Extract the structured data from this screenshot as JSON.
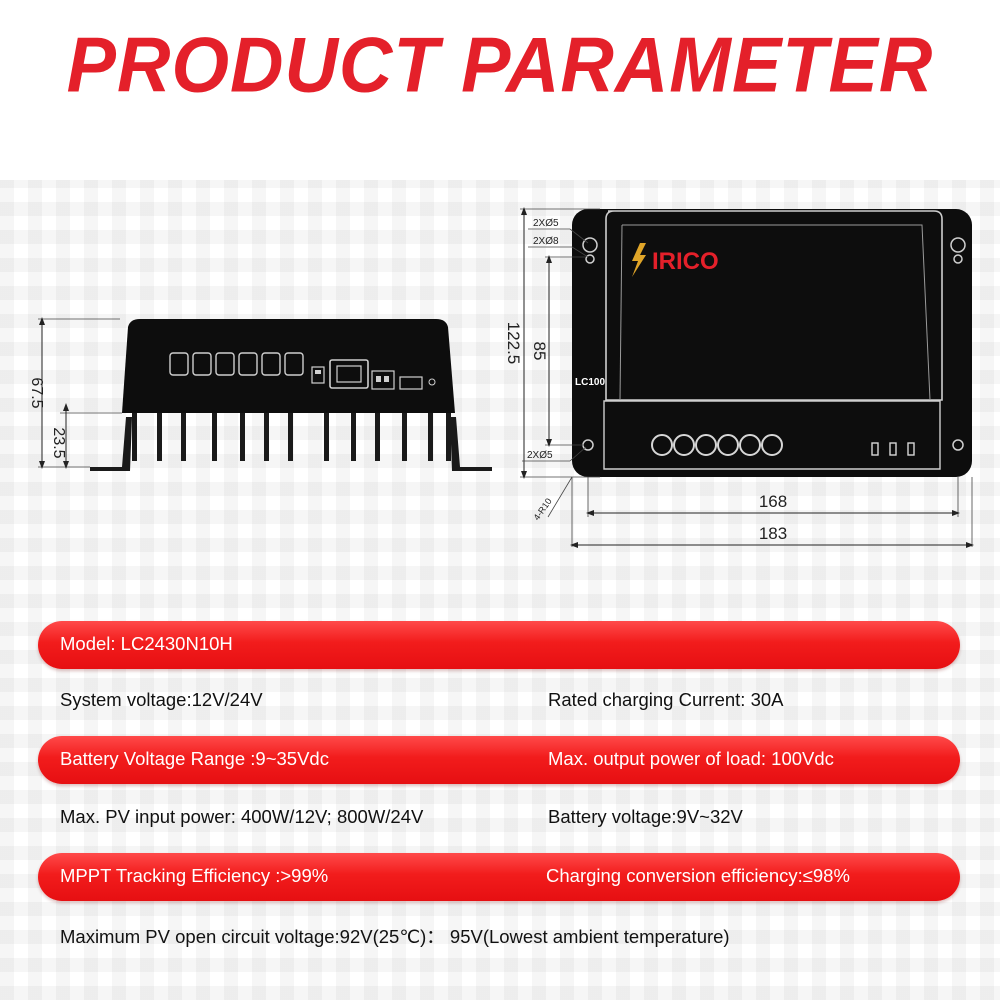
{
  "title": "PRODUCT PARAMETER",
  "brand": "IRICO",
  "model_label": "LC100",
  "dimensions": {
    "height_total": "67.5",
    "height_foot": "23.5",
    "height_front": "122.5",
    "hole_spacing": "85",
    "hole_a": "2XØ5",
    "hole_b": "2XØ8",
    "hole_c": "2XØ5",
    "corner_radius": "4-R10",
    "width_inner": "168",
    "width_outer": "183"
  },
  "specs": {
    "model": "Model: LC2430N10H",
    "system_voltage": "System voltage:12V/24V",
    "rated_current": "Rated charging Current: 30A",
    "battery_range": "Battery Voltage Range :9~35Vdc",
    "max_load": "Max. output power of load: 100Vdc",
    "pv_power": "Max. PV input power: 400W/12V; 800W/24V",
    "battery_voltage": "Battery voltage:9V~32V",
    "mppt": "MPPT Tracking Efficiency :>99%",
    "conversion": "Charging conversion efficiency:≤98%",
    "pv_open": "Maximum PV open circuit voltage:92V(25℃)： 95V(Lowest ambient temperature)"
  },
  "colors": {
    "accent": "#e4202a",
    "band": "#f21c1c",
    "gold": "#e0a528",
    "line": "#222222"
  }
}
